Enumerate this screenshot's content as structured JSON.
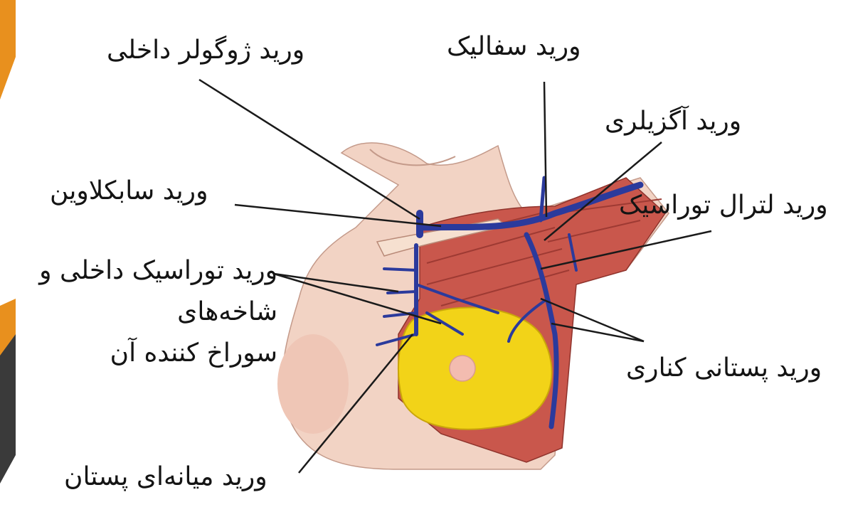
{
  "labels": {
    "internal_jugular": "ورید ژوگولر داخلی",
    "cephalic": "ورید سفالیک",
    "axillary": "ورید آگزیلری",
    "subclavian": "ورید سابکلاوین",
    "lateral_thoracic": "ورید لترال توراسیک",
    "internal_thoracic_line1": "ورید توراسیک داخلی و",
    "internal_thoracic_line2": "شاخه‌های",
    "internal_thoracic_line3": "سوراخ کننده آن",
    "lateral_mammary": "ورید پستانی کناری",
    "medial_mammary": "ورید میانه‌ای پستان"
  },
  "colors": {
    "skin": "#f2d3c4",
    "muscle": "#c9574c",
    "fat": "#f2d318",
    "vein": "#2b3a9c",
    "leader_line": "#1a1a1a",
    "slide_orange": "#e8901e",
    "slide_dark": "#3a3a3a"
  }
}
